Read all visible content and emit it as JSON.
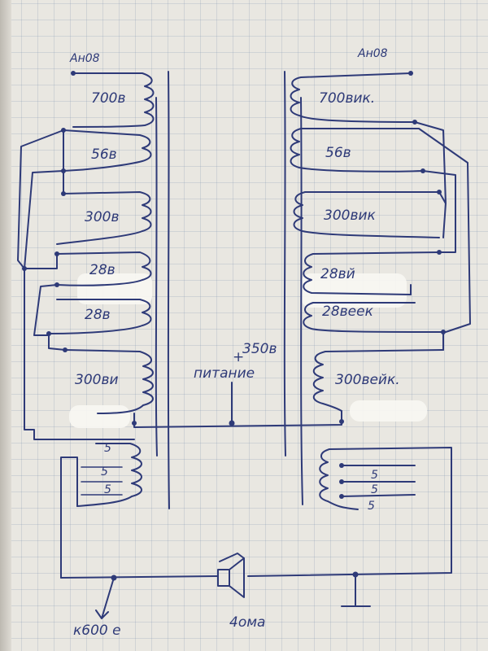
{
  "tube_left": "Ан08",
  "tube_right": "Ан08",
  "left_windings": [
    "700в",
    "56в",
    "300в",
    "28в",
    "28в",
    "300ви"
  ],
  "right_windings": [
    "700вик.",
    "56в",
    "300вик",
    "28вй",
    "28веек",
    "300вейк."
  ],
  "output_taps_left": [
    "5",
    "5",
    "5"
  ],
  "output_taps_right": [
    "5",
    "5",
    "5"
  ],
  "supply_value": "350в",
  "supply_sign": "+",
  "supply_label": "питание",
  "out_left_label": "к600 е",
  "out_right_label": "4ома",
  "colors": {
    "ink": "#2e3a78",
    "paper": "#e9e7e1",
    "grid": "#7f8daa"
  }
}
